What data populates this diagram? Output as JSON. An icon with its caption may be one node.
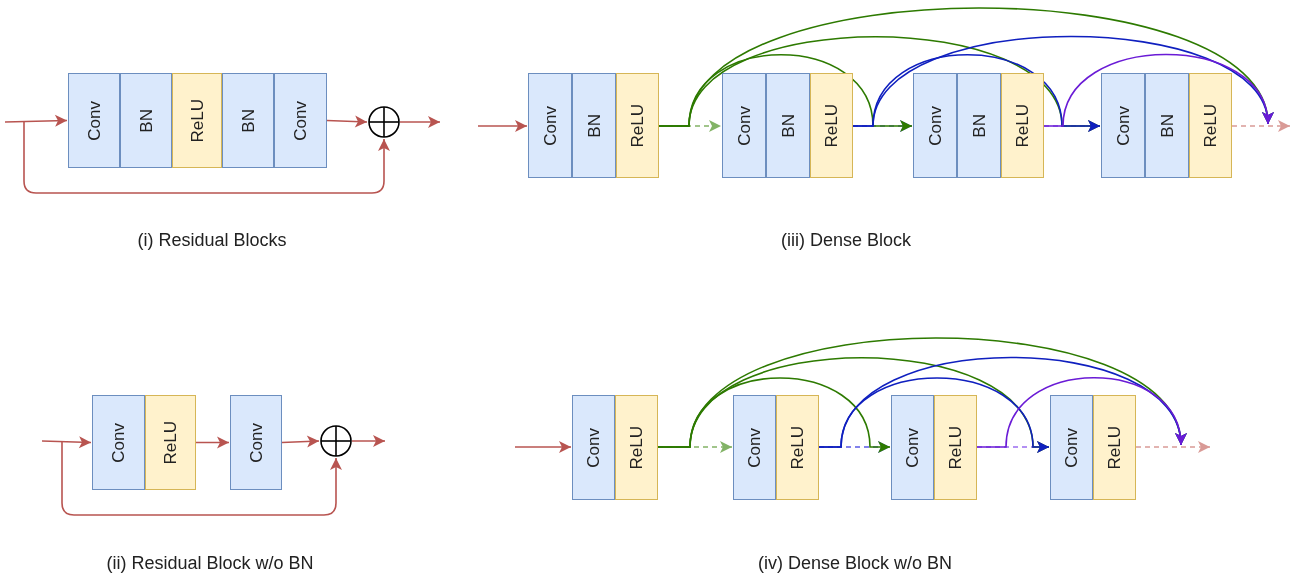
{
  "diagram": {
    "nodes": [
      {
        "text": [
          "Conv"
        ]
      },
      {
        "text": [
          "BN"
        ]
      },
      {
        "text": [
          "ReLU"
        ]
      },
      {
        "text": [
          "BN"
        ]
      },
      {
        "text": [
          "Conv"
        ]
      },
      {
        "text": [],
        "shape": "circle"
      },
      {
        "text": [
          "Conv"
        ]
      },
      {
        "text": [
          "BN"
        ]
      },
      {
        "text": [
          "ReLU"
        ]
      },
      {
        "text": [
          "Conv"
        ]
      },
      {
        "text": [
          "BN"
        ]
      },
      {
        "text": [
          "ReLU"
        ]
      },
      {
        "text": [
          "Conv"
        ]
      },
      {
        "text": [
          "BN"
        ]
      },
      {
        "text": [
          "ReLU"
        ]
      },
      {
        "text": [
          "Conv"
        ]
      },
      {
        "text": [
          "BN"
        ]
      },
      {
        "text": [
          "ReLU"
        ]
      },
      {
        "text": [
          "Conv"
        ]
      },
      {
        "text": [
          "ReLU"
        ]
      },
      {
        "text": [
          "Conv"
        ]
      },
      {
        "text": [],
        "shape": "circle"
      },
      {
        "text": [
          "Conv"
        ]
      },
      {
        "text": [
          "ReLU"
        ]
      },
      {
        "text": [
          "Conv"
        ]
      },
      {
        "text": [
          "ReLU"
        ]
      },
      {
        "text": [
          "Conv"
        ]
      },
      {
        "text": [
          "ReLU"
        ]
      },
      {
        "text": [
          "Conv"
        ]
      },
      {
        "text": [
          "ReLU"
        ]
      }
    ],
    "edges": [
      {
        "from": null,
        "to": 0,
        "arrow": "to"
      },
      {
        "from": 4,
        "to": 5,
        "arrow": "to"
      },
      {
        "from": 5,
        "to": null,
        "arrow": "to"
      },
      {
        "from": null,
        "to": 5,
        "arrow": "to"
      },
      {
        "from": null,
        "to": 6,
        "arrow": "to"
      },
      {
        "from": 8,
        "to": 9,
        "arrow": "to",
        "style": "dashed",
        "color": "#82b366"
      },
      {
        "from": 11,
        "to": 12,
        "arrow": "to",
        "style": "dashed",
        "color": "#5a5ae6"
      },
      {
        "from": 14,
        "to": 15,
        "arrow": "to",
        "style": "dashed",
        "color": "#9a6cf0"
      },
      {
        "from": 17,
        "to": null,
        "arrow": "to",
        "style": "dashed",
        "color": "#d99a96"
      },
      {
        "from": 8,
        "to": 12,
        "arrow": "to",
        "color": "#2d7a00"
      },
      {
        "from": 8,
        "to": 15,
        "arrow": "to",
        "color": "#2d7a00"
      },
      {
        "from": 8,
        "to": null,
        "arrow": "to",
        "color": "#2d7a00"
      },
      {
        "from": 11,
        "to": 15,
        "arrow": "to",
        "color": "#0f1fbf"
      },
      {
        "from": 11,
        "to": null,
        "arrow": "to",
        "color": "#0f1fbf"
      },
      {
        "from": 14,
        "to": null,
        "arrow": "to",
        "color": "#6a1bd6"
      },
      {
        "from": null,
        "to": 18,
        "arrow": "to"
      },
      {
        "from": 19,
        "to": 20,
        "arrow": "to"
      },
      {
        "from": 20,
        "to": 21,
        "arrow": "to"
      },
      {
        "from": 21,
        "to": null,
        "arrow": "to"
      },
      {
        "from": null,
        "to": 21,
        "arrow": "to"
      },
      {
        "from": null,
        "to": 22,
        "arrow": "to"
      },
      {
        "from": 23,
        "to": 24,
        "arrow": "to",
        "style": "dashed",
        "color": "#82b366"
      },
      {
        "from": 25,
        "to": 26,
        "arrow": "to",
        "style": "dashed",
        "color": "#5a5ae6"
      },
      {
        "from": 27,
        "to": 28,
        "arrow": "to",
        "style": "dashed",
        "color": "#9a6cf0"
      },
      {
        "from": 29,
        "to": null,
        "arrow": "to",
        "style": "dashed",
        "color": "#d99a96"
      },
      {
        "from": 23,
        "to": 26,
        "arrow": "to",
        "color": "#2d7a00"
      },
      {
        "from": 23,
        "to": 28,
        "arrow": "to",
        "color": "#2d7a00"
      },
      {
        "from": 23,
        "to": null,
        "arrow": "to",
        "color": "#2d7a00"
      },
      {
        "from": 25,
        "to": 28,
        "arrow": "to",
        "color": "#0f1fbf"
      },
      {
        "from": 25,
        "to": null,
        "arrow": "to",
        "color": "#0f1fbf"
      },
      {
        "from": 27,
        "to": null,
        "arrow": "to",
        "color": "#6a1bd6"
      }
    ],
    "labels": [
      "(i) Residual Blocks",
      "(iii) Dense Block",
      "(ii) Residual Block w/o BN",
      "(iv) Dense Block w/o BN"
    ]
  }
}
